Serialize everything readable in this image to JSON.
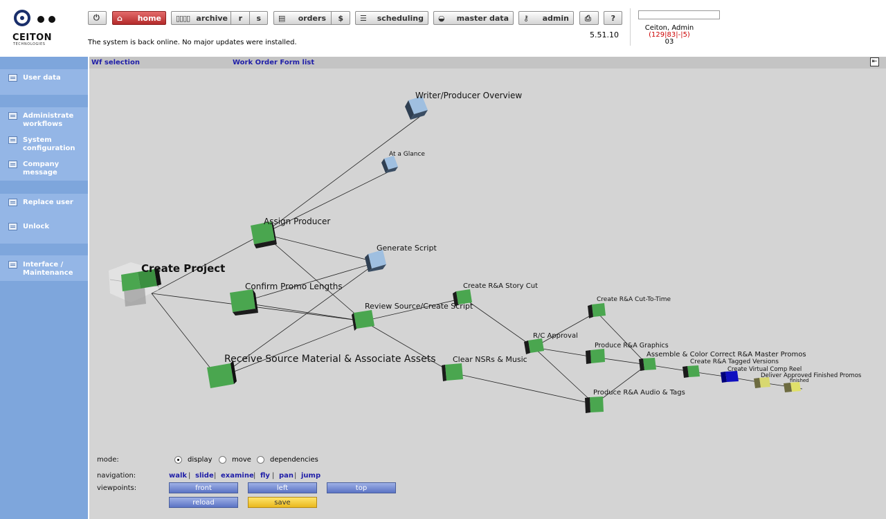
{
  "logo": {
    "brand": "CEITON",
    "sub": "TECHNOLOGIES"
  },
  "toolbar": {
    "home_label": "home",
    "archive_label": "archive",
    "archive_r": "r",
    "archive_s": "s",
    "orders_label": "orders",
    "orders_dollar": "$",
    "scheduling_label": "scheduling",
    "master_data_label": "master data",
    "admin_label": "admin",
    "help_label": "?"
  },
  "version": "5.51.10",
  "status_message": "The system is back online. No major updates were installed.",
  "user": {
    "name": "Ceiton, Admin",
    "counts": "(129|83|-|5)",
    "extra": "03"
  },
  "sidebar": {
    "items": [
      {
        "label": "User data"
      },
      {
        "label": "Administrate\nworkflows"
      },
      {
        "label": "System\nconfiguration"
      },
      {
        "label": "Company\nmessage"
      },
      {
        "label": "Replace user"
      },
      {
        "label": "Unlock"
      },
      {
        "label": "Interface /\nMaintenance"
      }
    ]
  },
  "tabs": {
    "wf_selection": "Wf selection",
    "work_order_form_list": "Work Order Form list"
  },
  "graph": {
    "nodes": {
      "writer_producer_overview": "Writer/Producer Overview",
      "at_a_glance": "At a Glance",
      "assign_producer": "Assign Producer",
      "generate_script": "Generate Script",
      "create_project": "Create Project",
      "confirm_promo_lengths": "Confirm Promo Lengths",
      "review_source": "Review Source/Create Script",
      "create_ra_story_cut": "Create R&A Story Cut",
      "create_ra_cut_to_time": "Create R&A Cut-To-Time",
      "rc_approval": "R/C Approval",
      "produce_ra_graphics": "Produce R&A Graphics",
      "receive_source": "Receive Source Material & Associate Assets",
      "clear_nsrs": "Clear NSRs & Music",
      "assemble_color": "Assemble & Color Correct R&A Master Promos",
      "create_ra_tagged": "Create R&A Tagged Versions",
      "create_virtual_comp": "Create Virtual Comp Reel",
      "deliver_approved": "Deliver Approved Finished Promos",
      "finished": "finished",
      "produce_ra_audio": "Produce R&A Audio & Tags"
    }
  },
  "controls": {
    "mode_label": "mode:",
    "mode_options": {
      "display": "display",
      "move": "move",
      "dependencies": "dependencies"
    },
    "mode_selected": "display",
    "navigation_label": "navigation:",
    "nav": {
      "walk": "walk",
      "slide": "slide",
      "examine": "examine",
      "fly": "fly",
      "pan": "pan",
      "jump": "jump"
    },
    "viewpoints_label": "viewpoints:",
    "buttons": {
      "front": "front",
      "left": "left",
      "top": "top",
      "reload": "reload",
      "save": "save"
    }
  },
  "colors": {
    "sidebar_bg": "#7ea6dc",
    "content_bg": "#d4d4d4",
    "link_blue": "#1f1ea8",
    "node_green": "#4aa64f",
    "node_light_blue": "#8fb3d8",
    "node_blue": "#1010c0",
    "node_yellow": "#d8d870",
    "home_red": "#c43a3a",
    "save_yellow": "#f2c83a"
  }
}
